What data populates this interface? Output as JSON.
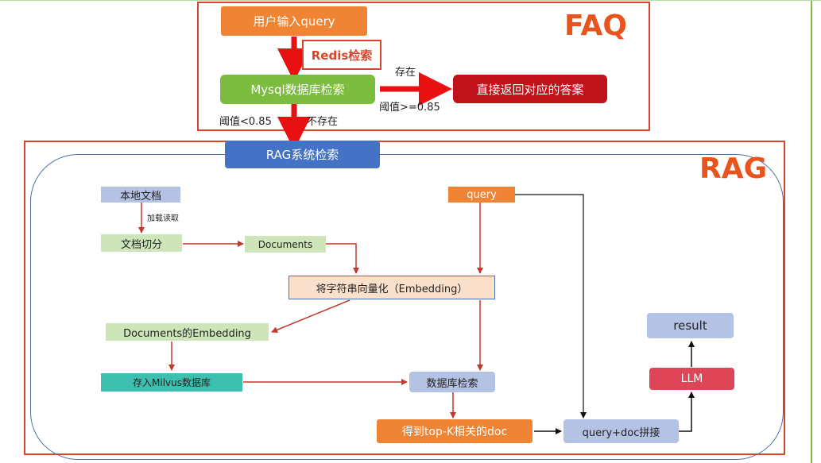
{
  "faq": {
    "section_label": "FAQ",
    "user_query": "用户输入query",
    "redis_search": "Redis检索",
    "mysql_search": "Mysql数据库检索",
    "exists_label": "存在",
    "threshold_high": "阈值>=0.85",
    "return_answer": "直接返回对应的答案",
    "threshold_low": "阈值<0.85",
    "not_exists_label": "不存在"
  },
  "rag": {
    "section_label": "RAG",
    "system_search": "RAG系统检索",
    "local_docs": "本地文档",
    "load_read": "加载读取",
    "doc_split": "文档切分",
    "documents": "Documents",
    "query": "query",
    "embedding": "将字符串向量化（Embedding）",
    "documents_embedding": "Documents的Embedding",
    "store_milvus": "存入Milvus数据库",
    "db_search": "数据库检索",
    "topk": "得到top-K相关的doc",
    "concat": "query+doc拼接",
    "llm": "LLM",
    "result": "result"
  },
  "colors": {
    "orange": "#ee8434",
    "green": "#7cbd3f",
    "dark_red": "#c0121a",
    "blue": "#4472c4",
    "light_blue": "#b4c2e4",
    "light_green": "#cde5b9",
    "peach": "#fbe0cc",
    "teal": "#3cbfae",
    "pink_red": "#e04457",
    "frame_red": "#d9452b"
  }
}
